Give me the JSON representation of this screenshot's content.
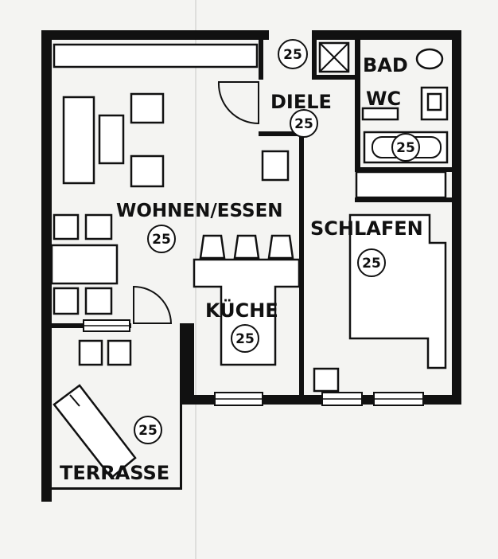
{
  "rooms": {
    "diele": "DIELE",
    "bad": "BAD",
    "wc": "WC",
    "wohnen": "WOHNEN/ESSEN",
    "schlafen": "SCHLAFEN",
    "kueche": "KÜCHE",
    "terrasse": "TERRASSE"
  },
  "badges": {
    "diele_top": "25",
    "diele": "25",
    "bad": "25",
    "wohnen": "25",
    "schlafen": "25",
    "kueche": "25",
    "terrasse": "25"
  }
}
